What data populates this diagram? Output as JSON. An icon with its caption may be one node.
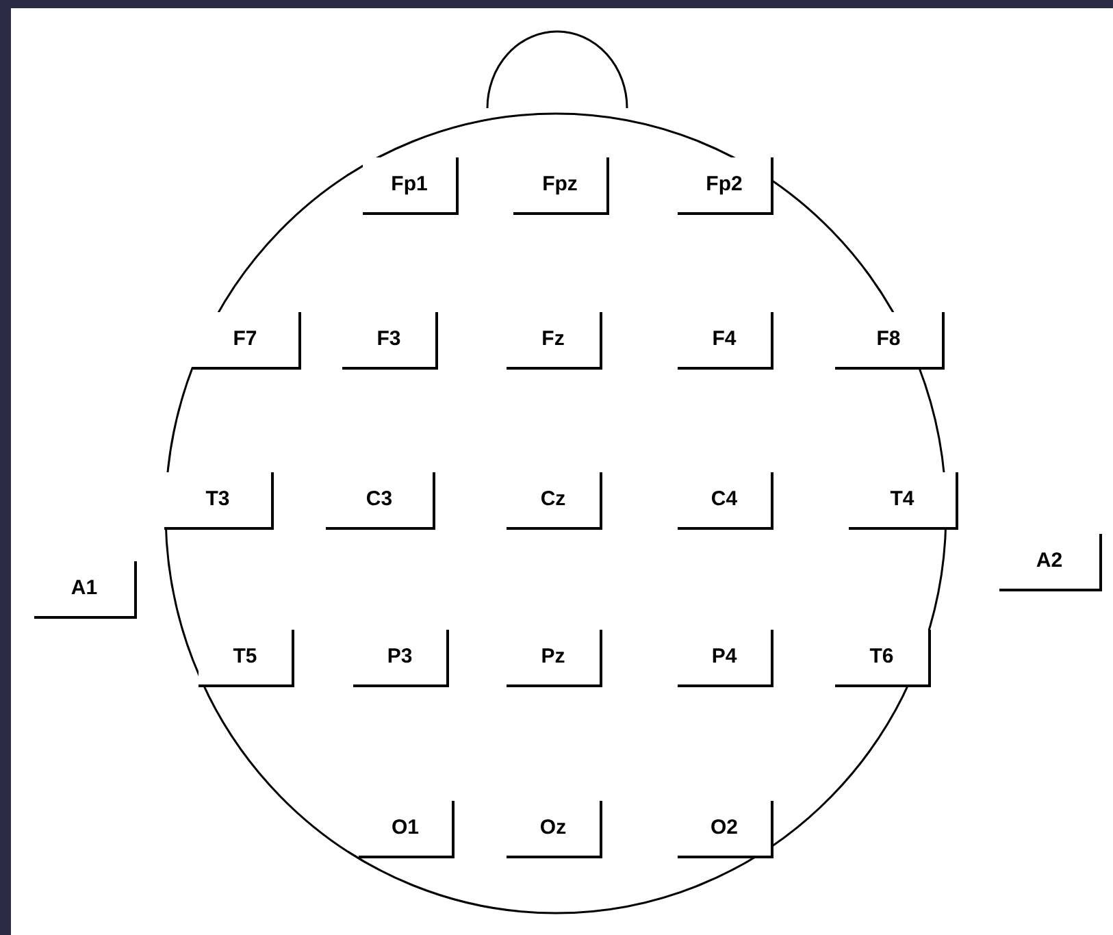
{
  "diagram": {
    "nodes": [
      {
        "text": [
          "Fp1"
        ]
      },
      {
        "text": [
          "Fpz"
        ]
      },
      {
        "text": [
          "Fp2"
        ]
      },
      {
        "text": [
          "F7"
        ]
      },
      {
        "text": [
          "F3"
        ]
      },
      {
        "text": [
          "Fz"
        ]
      },
      {
        "text": [
          "F4"
        ]
      },
      {
        "text": [
          "F8"
        ]
      },
      {
        "text": [
          "T3"
        ]
      },
      {
        "text": [
          "C3"
        ]
      },
      {
        "text": [
          "Cz"
        ]
      },
      {
        "text": [
          "C4"
        ]
      },
      {
        "text": [
          "T4"
        ]
      },
      {
        "text": [
          "A1"
        ]
      },
      {
        "text": [
          "A2"
        ]
      },
      {
        "text": [
          "T5"
        ]
      },
      {
        "text": [
          "P3"
        ]
      },
      {
        "text": [
          "Pz"
        ]
      },
      {
        "text": [
          "P4"
        ]
      },
      {
        "text": [
          "T6"
        ]
      },
      {
        "text": [
          "O1"
        ]
      },
      {
        "text": [
          "Oz"
        ]
      },
      {
        "text": [
          "O2"
        ]
      }
    ]
  }
}
